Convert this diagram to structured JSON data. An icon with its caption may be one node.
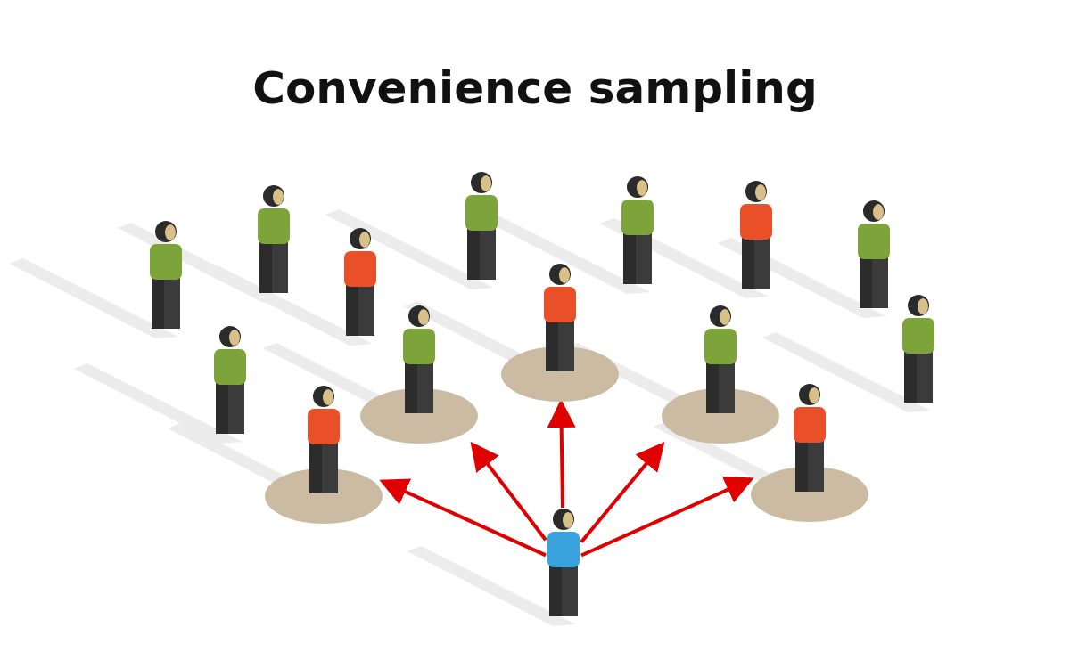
{
  "diagram": {
    "title": "Convenience sampling",
    "nodes": [
      {
        "text": [],
        "shape": "person"
      },
      {
        "text": [],
        "shape": "person"
      },
      {
        "text": [],
        "shape": "person"
      },
      {
        "text": [],
        "shape": "person"
      },
      {
        "text": [],
        "shape": "person"
      },
      {
        "text": [],
        "shape": "person"
      },
      {
        "text": [],
        "shape": "person"
      },
      {
        "text": [],
        "shape": "person"
      },
      {
        "text": [],
        "shape": "person"
      },
      {
        "text": [],
        "shape": "person"
      },
      {
        "text": [],
        "shape": "person"
      },
      {
        "text": [],
        "shape": "person"
      },
      {
        "text": [],
        "shape": "person"
      },
      {
        "text": [],
        "shape": "person"
      },
      {
        "text": [],
        "shape": "person"
      }
    ],
    "edges": [
      {
        "from": 14,
        "to": 13,
        "arrow": "to"
      },
      {
        "from": 14,
        "to": 9,
        "arrow": "to"
      },
      {
        "from": 14,
        "to": 7,
        "arrow": "to"
      },
      {
        "from": 14,
        "to": 10,
        "arrow": "to"
      },
      {
        "from": 14,
        "to": 12,
        "arrow": "to"
      }
    ]
  }
}
